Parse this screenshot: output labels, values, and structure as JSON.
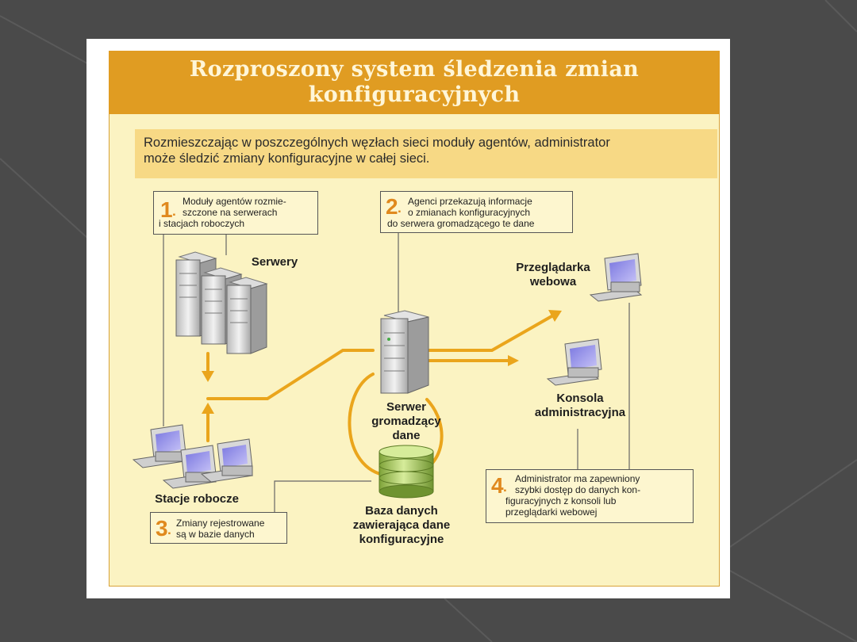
{
  "title": {
    "line1": "Rozproszony system śledzenia zmian",
    "line2": "konfiguracyjnych"
  },
  "intro": {
    "line1": "Rozmieszczając w poszczególnych węzłach sieci moduły agentów, administrator",
    "line2": "może śledzić zmiany konfiguracyjne w całej sieci."
  },
  "callouts": [
    {
      "num": "1",
      "lines": [
        "Moduły agentów rozmie-",
        "szczone na serwerach",
        "i stacjach roboczych"
      ]
    },
    {
      "num": "2",
      "lines": [
        "Agenci przekazują informacje",
        "o zmianach konfiguracyjnych",
        "do serwera gromadzącego te dane"
      ]
    },
    {
      "num": "3",
      "lines": [
        "Zmiany rejestrowane",
        "są w bazie danych"
      ]
    },
    {
      "num": "4",
      "lines": [
        "Administrator ma zapewniony",
        "szybki dostęp do danych kon-",
        "figuracyjnych z konsoli lub",
        "przeglądarki webowej"
      ]
    }
  ],
  "labels": {
    "servers": "Serwery",
    "browser": [
      "Przeglądarka",
      "webowa"
    ],
    "collector": [
      "Serwer",
      "gromadzący",
      "dane"
    ],
    "console": [
      "Konsola",
      "administracyjna"
    ],
    "workstations": "Stacje robocze",
    "database": [
      "Baza danych",
      "zawierająca dane",
      "konfiguracyjne"
    ]
  },
  "colors": {
    "title_bg": "#e09c22",
    "poster_bg": "#fbf3c2",
    "arrow": "#eaa51c",
    "slide_bg": "#4a4a4a"
  },
  "icons": [
    "server-rack-icon",
    "server-tower-icon",
    "workstation-icon",
    "monitor-icon",
    "database-cylinder-icon"
  ]
}
